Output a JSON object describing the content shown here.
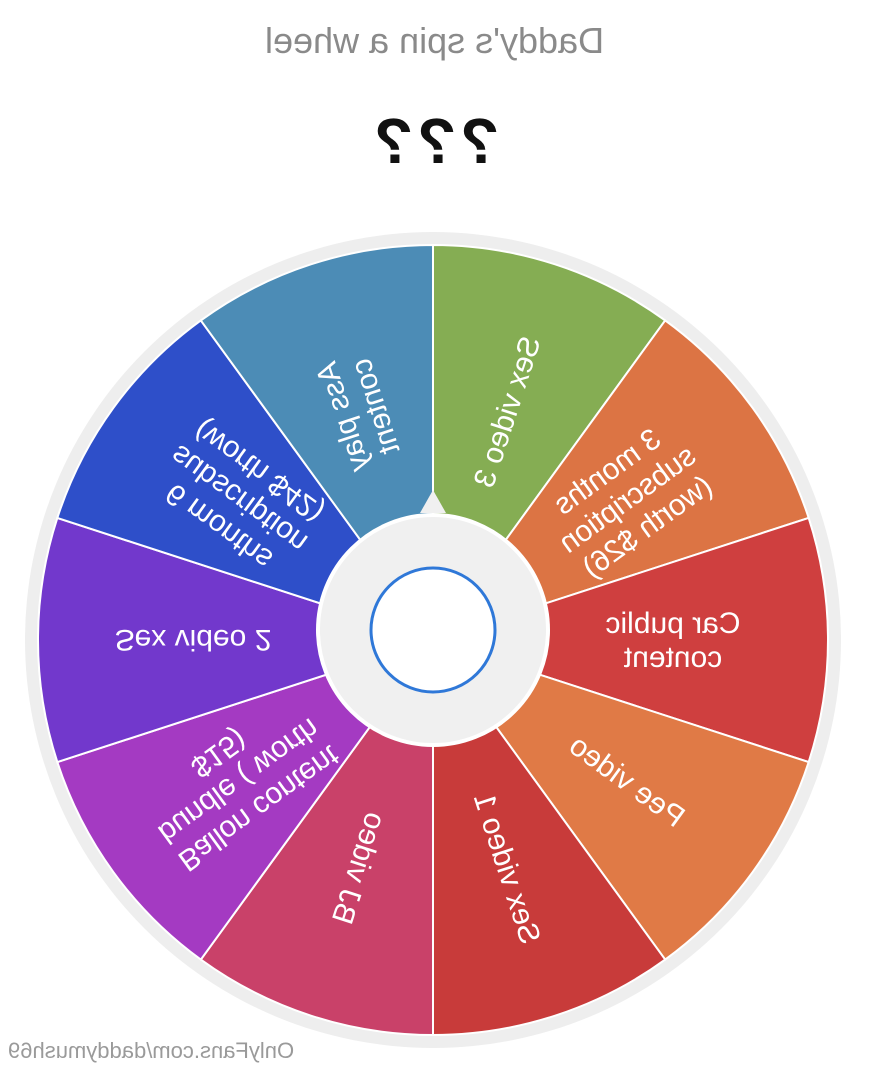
{
  "header": {
    "title": "Daddy's spin a wheel",
    "result": "???"
  },
  "wheel": {
    "segments": [
      {
        "lines": [
          "Sex video 3"
        ],
        "color": "#85ad53"
      },
      {
        "lines": [
          "3 months",
          "subscription",
          "(worth $26)"
        ],
        "color": "#dc7444"
      },
      {
        "lines": [
          "Car public",
          "content"
        ],
        "color": "#cf3f3f"
      },
      {
        "lines": [
          "Pee video"
        ],
        "color": "#e07a46"
      },
      {
        "lines": [
          "Sex video 1"
        ],
        "color": "#c83b3a"
      },
      {
        "lines": [
          "BJ video"
        ],
        "color": "#c94169"
      },
      {
        "lines": [
          "Ballon content",
          "bundle ( worth",
          "$15)"
        ],
        "color": "#a43ac2"
      },
      {
        "lines": [
          "Sex video 2"
        ],
        "color": "#7238cc"
      },
      {
        "lines": [
          "6 months",
          "subscription",
          "(worth $42)"
        ],
        "color": "#2e4fc9"
      },
      {
        "lines": [
          "Ass play",
          "content"
        ],
        "color": "#4c8cb6"
      }
    ],
    "spin_button_label": ""
  },
  "footer": {
    "watermark": "OnlyFans.com/daddymush69"
  }
}
